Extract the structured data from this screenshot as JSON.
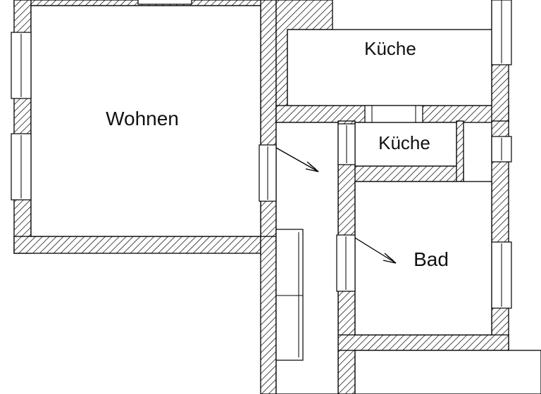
{
  "rooms": {
    "wohnen": "Wohnen",
    "kueche_upper": "Küche",
    "kueche_lower": "Küche",
    "bad": "Bad"
  },
  "icons": {
    "door_arrow": "door-arrow-icon",
    "window": "window-icon"
  },
  "colors": {
    "wall_hatch": "#000000",
    "background": "#ffffff"
  }
}
